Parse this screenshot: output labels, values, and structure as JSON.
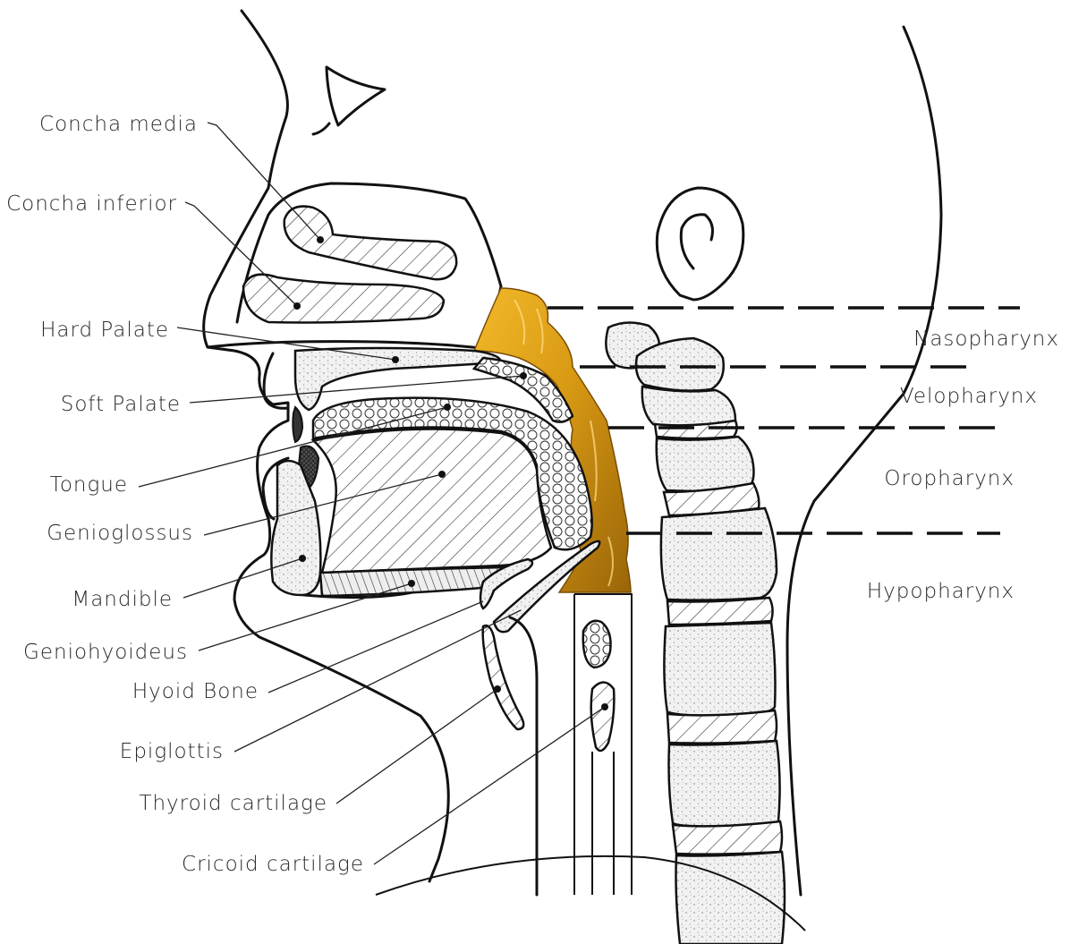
{
  "labels": {
    "concha_media": "Concha media",
    "concha_inferior": "Concha inferior",
    "hard_palate": "Hard Palate",
    "soft_palate": "Soft Palate",
    "tongue": "Tongue",
    "genioglossus": "Genioglossus",
    "mandible": "Mandible",
    "geniohyoideus": "Geniohyoideus",
    "hyoid_bone": "Hyoid Bone",
    "epiglottis": "Epiglottis",
    "thyroid_cartilage": "Thyroid cartilage",
    "cricoid_cartilage": "Cricoid cartilage"
  },
  "regions": {
    "nasopharynx": "Nasopharynx",
    "velopharynx": "Velopharynx",
    "oropharynx": "Oropharynx",
    "hypopharynx": "Hypopharynx"
  },
  "colors": {
    "airway_highlight": "#d99a14",
    "airway_shadow": "#9a6508",
    "line": "#111111",
    "background": "#ffffff"
  }
}
